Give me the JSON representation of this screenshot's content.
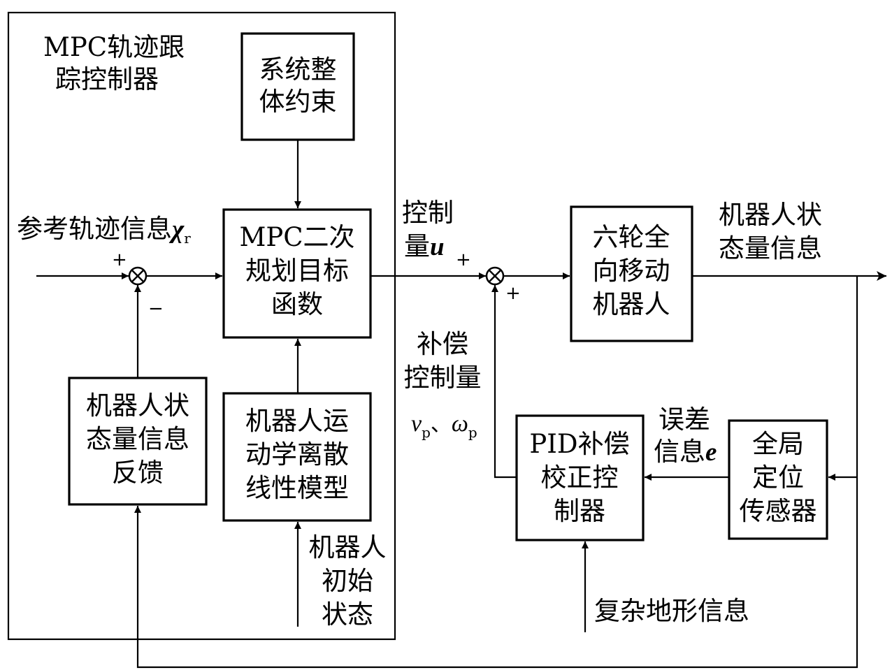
{
  "mpc_container": {
    "label": [
      "MPC轨迹跟",
      "踪控制器"
    ]
  },
  "blocks": {
    "system_constraint": [
      "系统整",
      "体约束"
    ],
    "mpc_objective": [
      "MPC二次",
      "规划目标",
      "函数"
    ],
    "state_feedback": [
      "机器人状",
      "态量信息",
      "反馈"
    ],
    "kinematic_model": [
      "机器人运",
      "动学离散",
      "线性模型"
    ],
    "robot": [
      "六轮全",
      "向移动",
      "机器人"
    ],
    "pid_controller": [
      "PID补偿",
      "校正控",
      "制器"
    ],
    "global_sensor": [
      "全局",
      "定位",
      "传感器"
    ]
  },
  "signals": {
    "reference": {
      "text": "参考轨迹信息",
      "symbol": "χ",
      "sub": "r"
    },
    "control": {
      "line1": "控制",
      "line2": "量",
      "symbol": "u"
    },
    "robot_state": [
      "机器人状",
      "态量信息"
    ],
    "compensation": {
      "lines": [
        "补偿",
        "控制量"
      ],
      "v": "v",
      "v_sub": "p",
      "sep": "、",
      "w": "ω",
      "w_sub": "p"
    },
    "error": {
      "line1": "误差",
      "line2": "信息",
      "symbol": "e"
    },
    "initial_state": [
      "机器人",
      "初始",
      "状态"
    ],
    "terrain": "复杂地形信息"
  },
  "signs": {
    "plus": "+",
    "minus": "−"
  }
}
